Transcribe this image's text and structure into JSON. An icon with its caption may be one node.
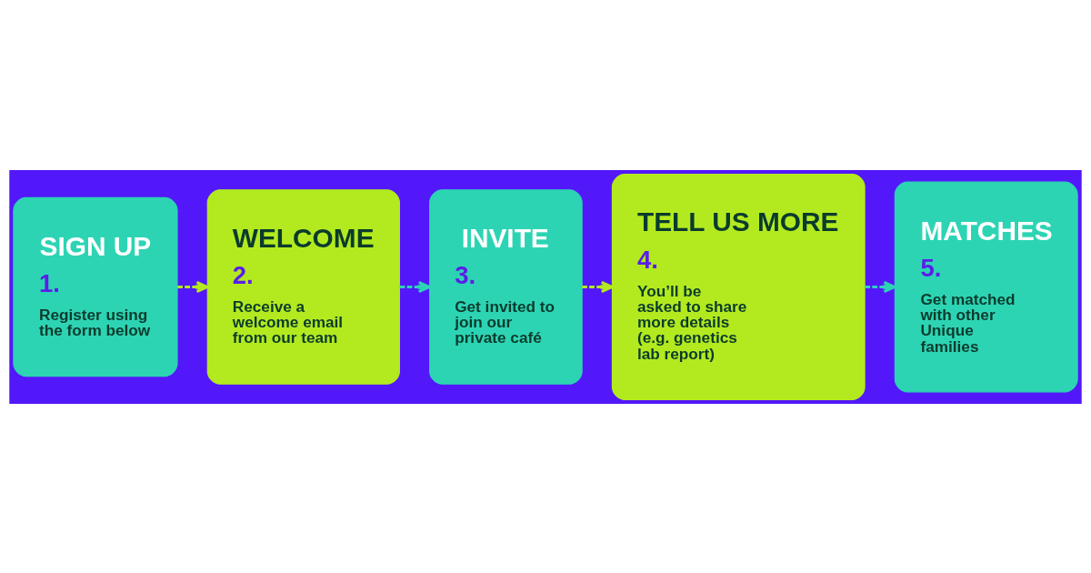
{
  "diagram": {
    "nodes": [
      {
        "text": [
          "SIGN UP",
          "1.",
          "Register using the form below"
        ]
      },
      {
        "text": [
          "WELCOME",
          "2.",
          "Receive a welcome email from our team"
        ]
      },
      {
        "text": [
          "INVITE",
          "3.",
          "Get invited to join our private café"
        ]
      },
      {
        "text": [
          "TELL US MORE",
          "4.",
          "You’ll be asked to share more details (e.g. genetics lab report)"
        ]
      },
      {
        "text": [
          "MATCHES",
          "5.",
          "Get matched with other Unique families"
        ]
      }
    ],
    "edges": [
      {
        "from": 0,
        "to": 1,
        "arrow": "to",
        "style": "dashed",
        "color": "#b3ea1f"
      },
      {
        "from": 1,
        "to": 2,
        "arrow": "to",
        "style": "dashed",
        "color": "#2dd4b4"
      },
      {
        "from": 2,
        "to": 3,
        "arrow": "to",
        "style": "dashed",
        "color": "#b3ea1f"
      },
      {
        "from": 3,
        "to": 4,
        "arrow": "to",
        "style": "dashed",
        "color": "#2dd4b4"
      }
    ]
  }
}
